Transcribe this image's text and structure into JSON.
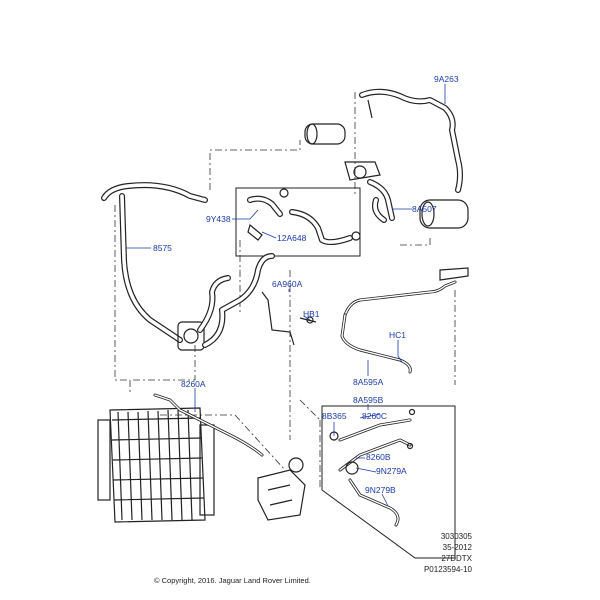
{
  "callouts": [
    {
      "id": "9A263",
      "label": "9A263"
    },
    {
      "id": "9Y438",
      "label": "9Y438"
    },
    {
      "id": "12A648",
      "label": "12A648"
    },
    {
      "id": "8A507",
      "label": "8A507"
    },
    {
      "id": "8575",
      "label": "8575"
    },
    {
      "id": "6A960A",
      "label": "6A960A"
    },
    {
      "id": "HB1",
      "label": "HB1"
    },
    {
      "id": "HC1",
      "label": "HC1"
    },
    {
      "id": "8A595A",
      "label": "8A595A"
    },
    {
      "id": "8A595B",
      "label": "8A595B"
    },
    {
      "id": "8260A",
      "label": "8260A"
    },
    {
      "id": "8B365",
      "label": "8B365"
    },
    {
      "id": "8260C",
      "label": "8260C"
    },
    {
      "id": "8260B",
      "label": "8260B"
    },
    {
      "id": "9N279A",
      "label": "9N279A"
    },
    {
      "id": "9N279B",
      "label": "9N279B"
    }
  ],
  "reference": {
    "line1": "3030305",
    "line2": "35-2012",
    "line3": "27DDTX",
    "line4": "P0123594-10"
  },
  "copyright": "© Copyright, 2016. Jaguar Land Rover Limited.",
  "colors": {
    "callout": "#1a3aa8",
    "line_art": "#222222"
  }
}
